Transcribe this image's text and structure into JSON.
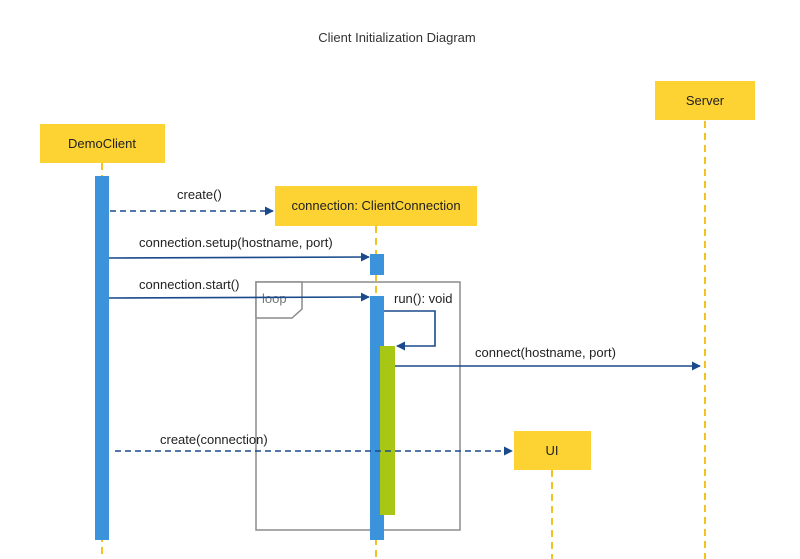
{
  "diagram": {
    "title": "Client Initialization Diagram",
    "colors": {
      "participant_fill": "#fdd233",
      "lifeline": "#f4c21e",
      "activation_blue": "#3b93dc",
      "activation_green": "#a8c614",
      "arrow": "#1a4a8c",
      "frame": "#8c8c8c"
    },
    "participants": {
      "demo_client": "DemoClient",
      "connection": "connection: ClientConnection",
      "server": "Server",
      "ui": "UI"
    },
    "frame": {
      "label": "loop"
    },
    "messages": {
      "create": "create()",
      "setup": "connection.setup(hostname, port)",
      "start": "connection.start()",
      "run": "run(): void",
      "connect": "connect(hostname, port)",
      "create_ui": "create(connection)"
    }
  }
}
